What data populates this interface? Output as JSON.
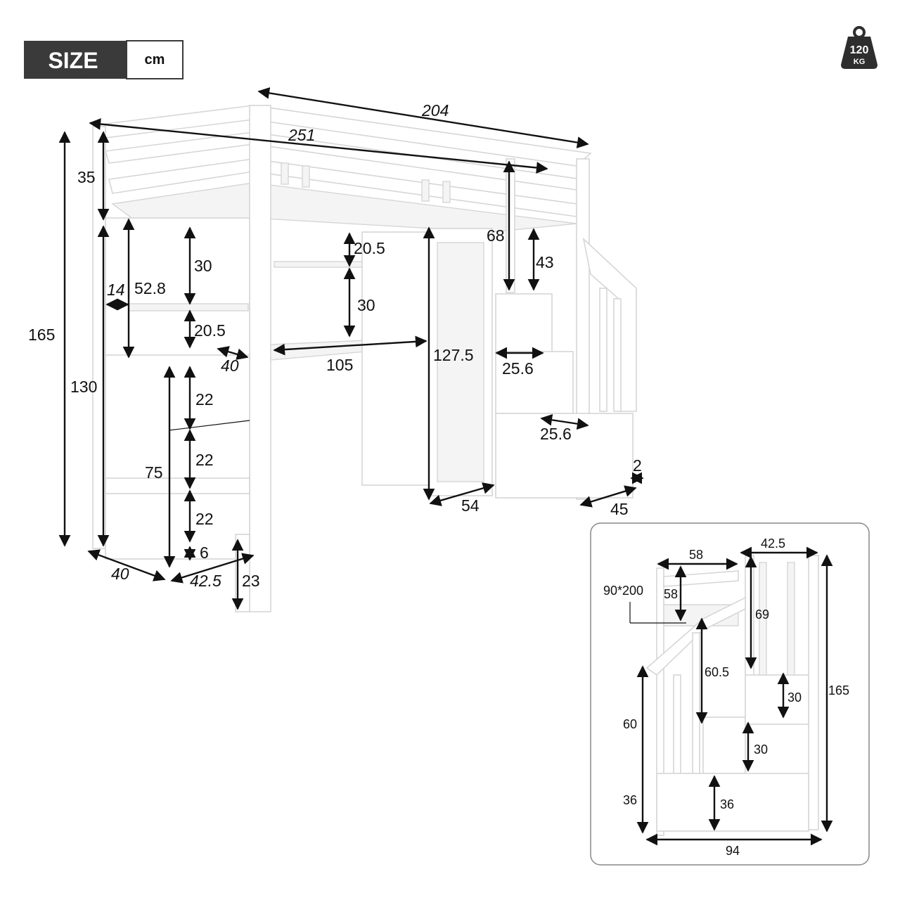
{
  "badge": {
    "title": "SIZE",
    "unit": "cm"
  },
  "weight": {
    "value": "120",
    "unit": "KG"
  },
  "main_dims": {
    "total_length": "204",
    "inner_length": "251",
    "total_height": "165",
    "guardrail_height": "35",
    "under_bed_height": "130",
    "upper_shelf_space": "30",
    "shelf_column_height": "52.8",
    "shelf_depth": "14",
    "lower_shelf_space": "20.5",
    "shelf_width": "40",
    "desk_top_space": "20.5",
    "desk_lower_space": "30",
    "desk_length": "105",
    "wardrobe_height": "127.5",
    "wardrobe_width": "54",
    "stair_rail_height": "68",
    "stair_post_height": "43",
    "step_depth_1": "25.6",
    "step_depth_2": "25.6",
    "stair_gap": "2",
    "stair_width": "45",
    "dresser_height": "75",
    "drawer_1": "22",
    "drawer_2": "22",
    "drawer_3": "22",
    "drawer_base": "6",
    "dresser_depth": "40",
    "bed_depth": "42.5",
    "leg_height": "23"
  },
  "inset": {
    "top_width": "58",
    "stair_width": "42.5",
    "mattress": "90*200",
    "rail_height": "58",
    "rail_height_2": "69",
    "upper_clearance": "60.5",
    "total_height": "165",
    "step_1": "30",
    "step_2": "30",
    "step_3": "36",
    "side_upper": "60",
    "side_lower": "36",
    "total_width": "94"
  }
}
